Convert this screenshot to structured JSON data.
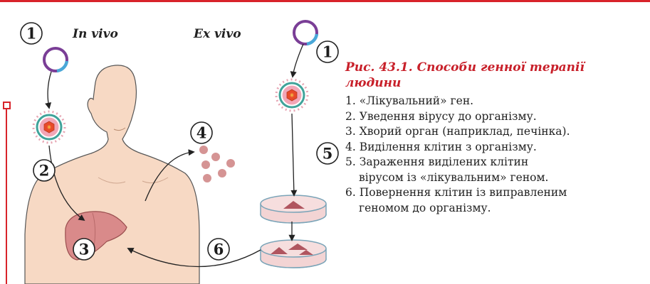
{
  "labels": {
    "in_vivo": "In vivo",
    "ex_vivo": "Ex vivo"
  },
  "steps": [
    "1",
    "2",
    "3",
    "4",
    "5",
    "6"
  ],
  "caption": {
    "title_line1": "Рис. 43.1. Способи генної терапії",
    "title_line2": "людини",
    "items": [
      "1. «Лікувальний» ген.",
      "2. Уведення вірусу до організму.",
      "3. Хворий орган (наприклад, печінка).",
      "4. Виділення клітин з організму.",
      "5. Зараження виділених клітин",
      "вірусом із «лікувальним» геном.",
      "6. Повернення клітин із виправленим",
      "геномом до організму."
    ]
  },
  "colors": {
    "accent_red": "#d8232a",
    "caption_title": "#c8202a",
    "skin": "#f7d9c4",
    "liver": "#d98a8a",
    "plasmid_purple": "#7a3e96",
    "plasmid_blue": "#4aa8d8",
    "virus_teal": "#3fa39a"
  }
}
